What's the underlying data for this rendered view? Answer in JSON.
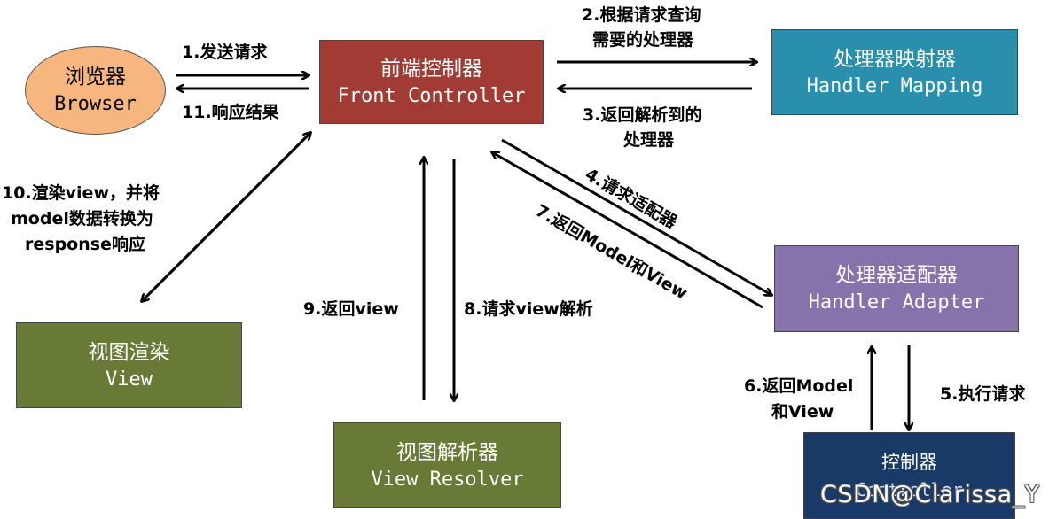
{
  "nodes": {
    "browser": {
      "cn": "浏览器",
      "en": "Browser"
    },
    "front_controller": {
      "cn": "前端控制器",
      "en": "Front Controller"
    },
    "handler_mapping": {
      "cn": "处理器映射器",
      "en": "Handler Mapping"
    },
    "handler_adapter": {
      "cn": "处理器适配器",
      "en": "Handler Adapter"
    },
    "view": {
      "cn": "视图渲染",
      "en": "View"
    },
    "view_resolver": {
      "cn": "视图解析器",
      "en": "View Resolver"
    },
    "controller": {
      "cn": "控制器",
      "en": "Controller"
    }
  },
  "labels": {
    "l1": "1.发送请求",
    "l11": "11.响应结果",
    "l2_a": "2.根据请求查询",
    "l2_b": "需要的处理器",
    "l3_a": "3.返回解析到的",
    "l3_b": "处理器",
    "l4": "4.请求适配器",
    "l7": "7.返回Model和View",
    "l10_a": "10.渲染view，并将",
    "l10_b": "model数据转换为",
    "l10_c": "response响应",
    "l9": "9.返回view",
    "l8": "8.请求view解析",
    "l6_a": "6.返回Model",
    "l6_b": "和View",
    "l5": "5.执行请求"
  },
  "watermark": "CSDN@Clarissa_Y"
}
